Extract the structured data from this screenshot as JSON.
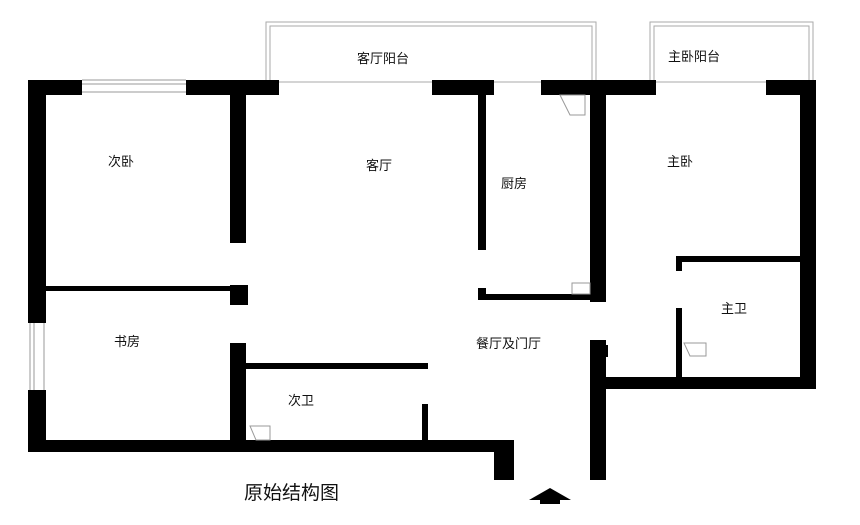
{
  "rooms": {
    "living_balcony": "客厅阳台",
    "master_balcony": "主卧阳台",
    "second_bedroom": "次卧",
    "living_room": "客厅",
    "kitchen": "厨房",
    "master_bedroom": "主卧",
    "master_bath": "主卫",
    "study": "书房",
    "dining_foyer": "餐厅及门厅",
    "second_bath": "次卫"
  },
  "title": "原始结构图",
  "colors": {
    "wall": "#000000",
    "background": "#ffffff",
    "balcony_line": "#aaaaaa"
  },
  "icons": {
    "entrance": "entrance-arrow-icon"
  }
}
